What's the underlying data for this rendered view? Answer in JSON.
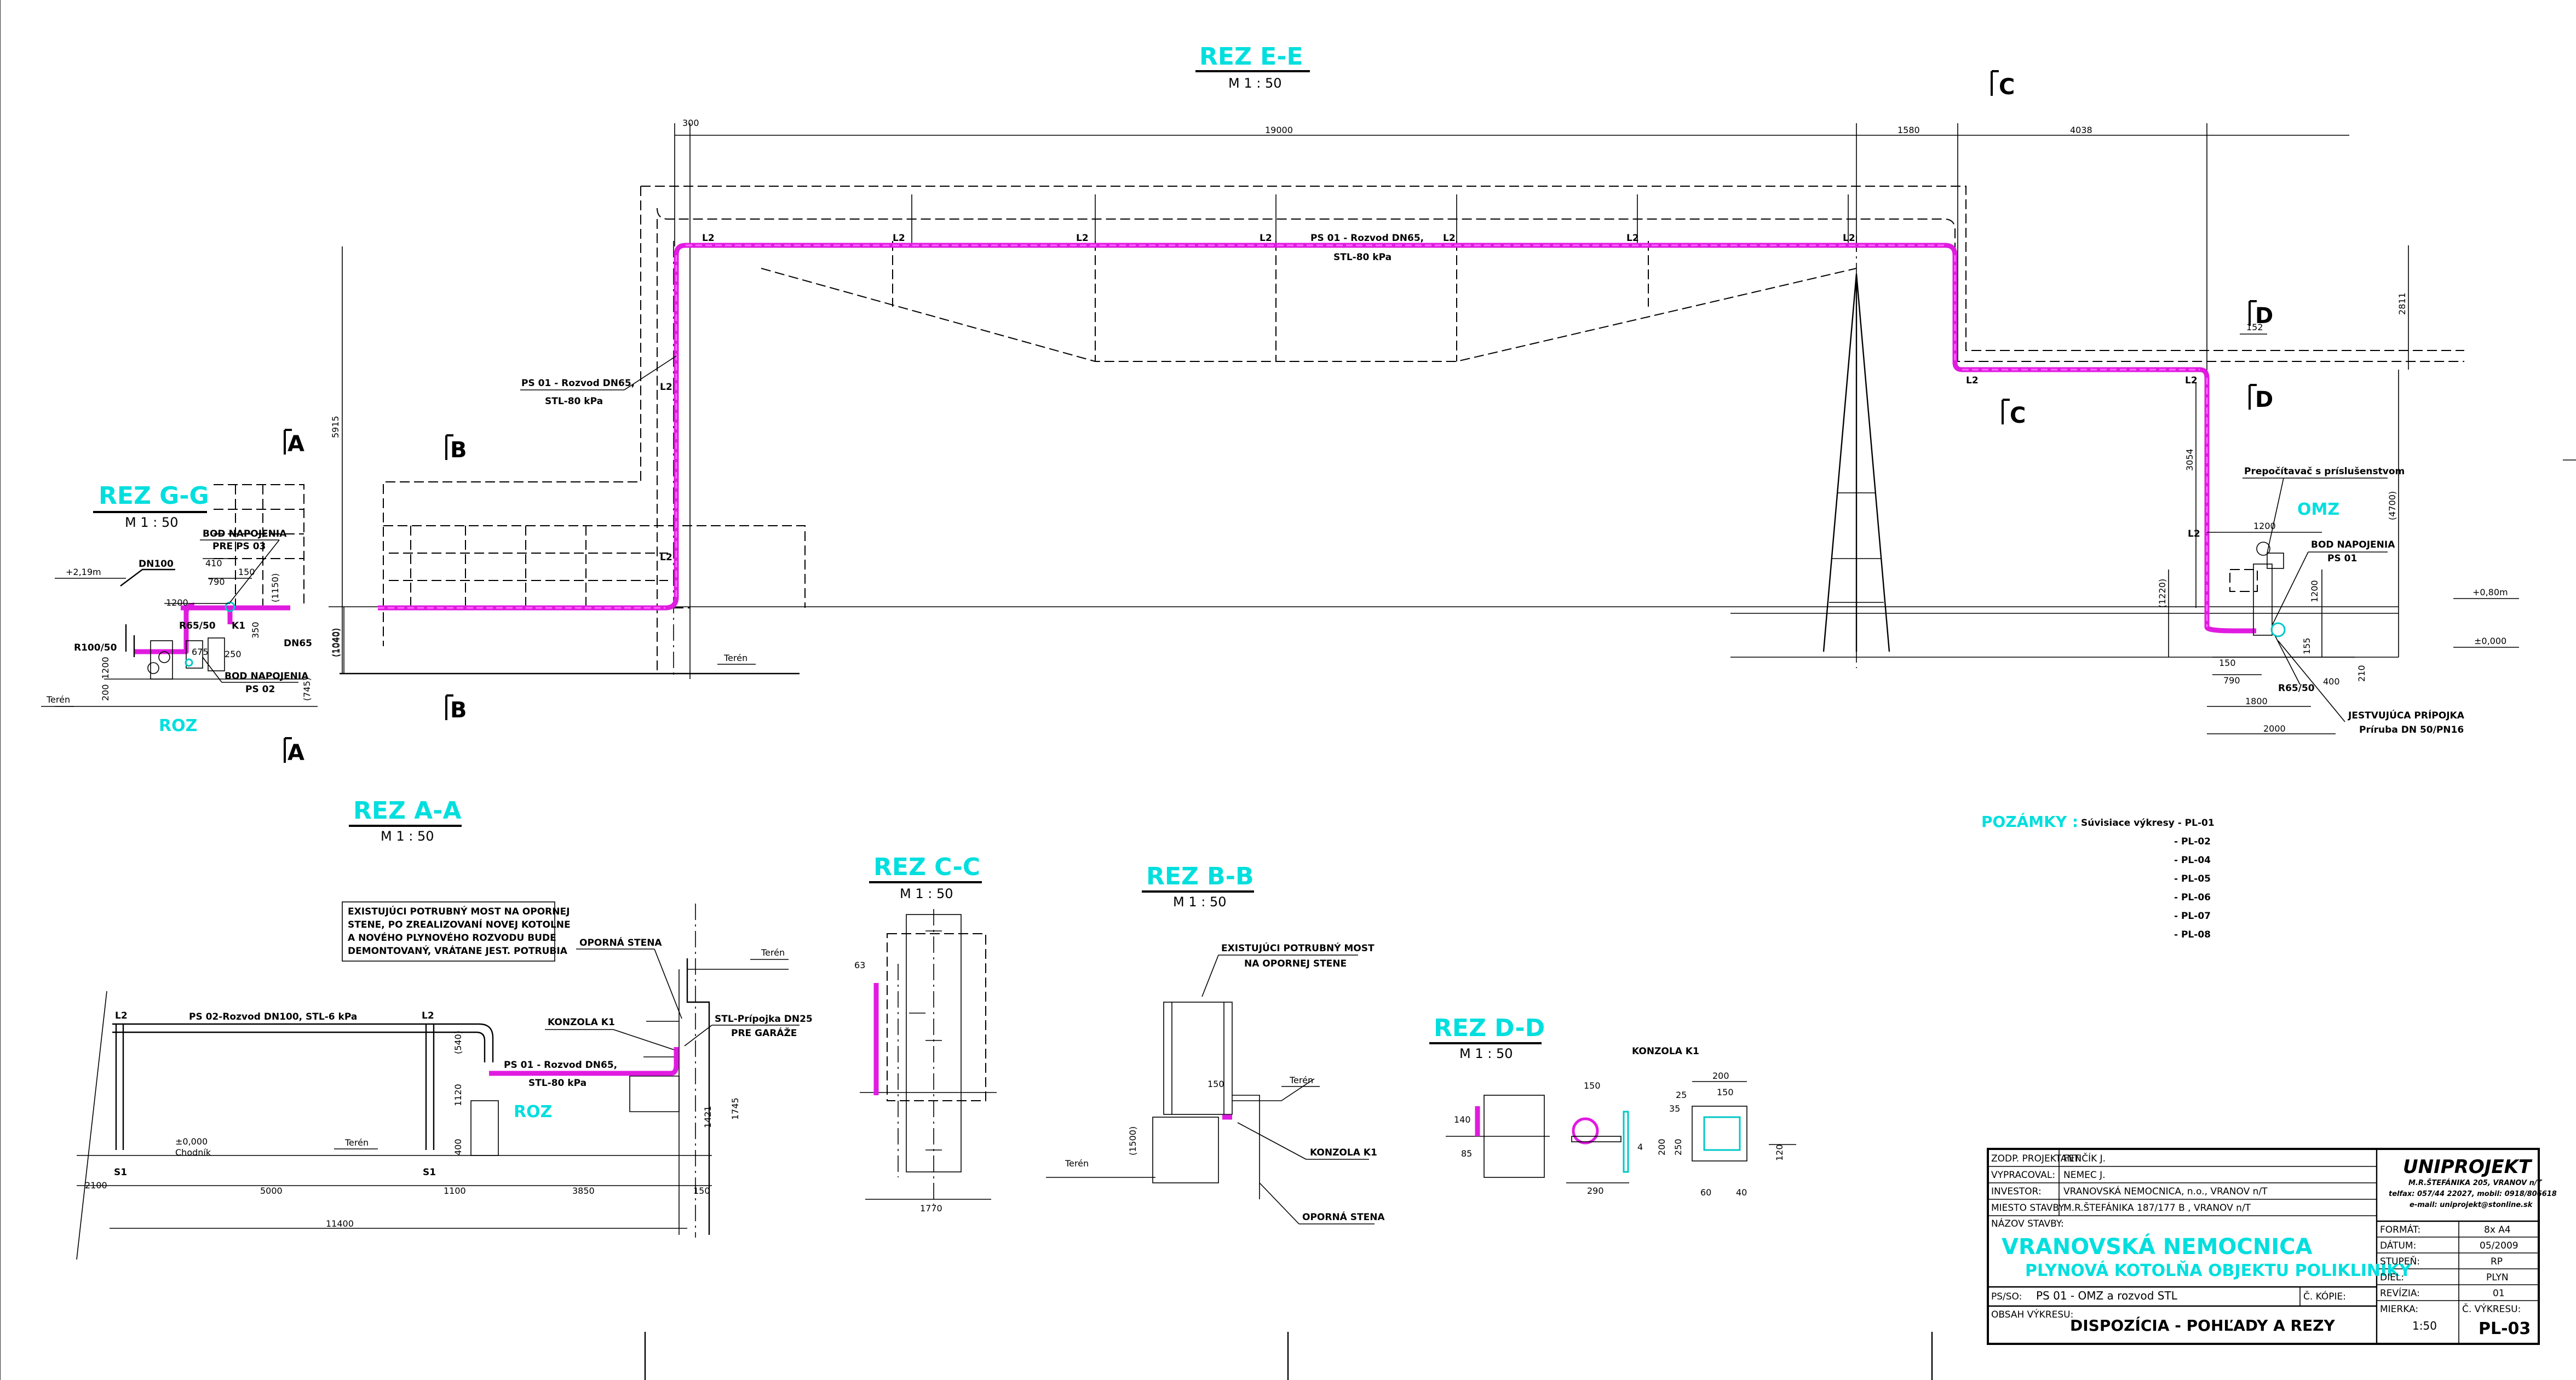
{
  "sections": {
    "ee": {
      "title": "REZ   E-E",
      "scale": "M 1 : 50"
    },
    "gg": {
      "title": "REZ   G-G",
      "scale": "M 1 : 50"
    },
    "aa": {
      "title": "REZ   A-A",
      "scale": "M 1 : 50"
    },
    "cc": {
      "title": "REZ   C-C",
      "scale": "M 1 : 50"
    },
    "bb": {
      "title": "REZ   B-B",
      "scale": "M 1 : 50"
    },
    "dd": {
      "title": "REZ   D-D",
      "scale": "M 1 : 50"
    }
  },
  "section_marks": {
    "a": "A",
    "b": "B",
    "c": "C",
    "d": "D"
  },
  "ee_dims": {
    "d300": "300",
    "d19000": "19000",
    "d1580": "1580",
    "d4038": "4038",
    "d5915": "5915",
    "d2811": "2811",
    "d3054": "3054",
    "d4700": "(4700)",
    "d1040": "(1040)",
    "d1220": "(1220)",
    "d1200": "1200",
    "d150": "150",
    "d790": "790",
    "d1800": "1800",
    "d2000": "2000",
    "d400": "400",
    "d155": "155",
    "d210": "210",
    "d152": "152",
    "d1200b": "1200"
  },
  "ee_labels": {
    "l2": "L2",
    "pipe_top_1": "PS 01 - Rozvod DN65,",
    "pipe_top_2": "STL-80 kPa",
    "pipe_left_1": "PS 01 - Rozvod DN65,",
    "pipe_left_2": "STL-80 kPa",
    "teren": "Terén",
    "omz": "OMZ",
    "prepocitavac": "Prepočítavač s príslušenstvom",
    "bod_1": "BOD NAPOJENIA",
    "bod_2": "PS 01",
    "r6550": "R65/50",
    "jest_1": "JESTVUJÚCA PRÍPOJKA",
    "jest_2": "Príruba DN 50/PN16",
    "lvl_080": "+0,80m",
    "lvl_000": "±0,000"
  },
  "gg_labels": {
    "bod_1": "BOD NAPOJENIA",
    "bod_2": "PRE PS 03",
    "bod2_1": "BOD NAPOJENIA",
    "bod2_2": "PS 02",
    "dn100": "DN100",
    "dn65": "DN65",
    "r6550": "R65/50",
    "r10050": "R100/50",
    "k1": "K1",
    "lvl": "+2,19m",
    "roz": "ROZ",
    "teren": "Terén",
    "d1200": "1200",
    "d790": "790",
    "d150": "150",
    "d410": "410",
    "d1150": "(1150)",
    "d1040": "(1040)",
    "d745": "(745)",
    "d350": "350",
    "d250": "250",
    "d200": "200",
    "d1200v": "1200",
    "d675": "675"
  },
  "aa_labels": {
    "note_1": "EXISTUJÚCI POTRUBNÝ MOST NA OPORNEJ",
    "note_2": "STENE, PO ZREALIZOVANÍ NOVEJ KOTOLNE",
    "note_3": "A NOVÉHO PLYNOVÉHO ROZVODU BUDE",
    "note_4": "DEMONTOVANÝ, VRÁTANE JEST. POTRUBIA",
    "oporna": "OPORNÁ STENA",
    "teren": "Terén",
    "konzola": "KONZOLA K1",
    "stl_1": "STL-Prípojka DN25",
    "stl_2": "PRE GARÁŽE",
    "ps02": "PS 02-Rozvod DN100, STL-6 kPa",
    "ps01_1": "PS 01 - Rozvod DN65,",
    "ps01_2": "STL-80 kPa",
    "roz": "ROZ",
    "l2": "L2",
    "s1": "S1",
    "chodnik_1": "±0,000",
    "chodnik_2": "Chodník",
    "teren2": "Terén",
    "d2100": "2100",
    "d5000": "5000",
    "d1100": "1100",
    "d3850": "3850",
    "d150": "150",
    "d11400": "11400",
    "d1120": "1120",
    "d540": "(540)",
    "d400": "400",
    "d1421": "1421",
    "d1745": "1745"
  },
  "cc_labels": {
    "d63": "63",
    "d1770": "1770"
  },
  "bb_labels": {
    "exist_1": "EXISTUJÚCI POTRUBNÝ MOST",
    "exist_2": "NA OPORNEJ STENE",
    "teren": "Terén",
    "teren2": "Terén",
    "konzola": "KONZOLA K1",
    "oporna": "OPORNÁ STENA",
    "d150": "150",
    "d1500": "(1500)"
  },
  "dd_labels": {
    "konzola": "KONZOLA K1",
    "d140": "140",
    "d85": "85",
    "d150": "150",
    "d4": "4",
    "d200": "200",
    "d25": "25",
    "d35": "35",
    "d150b": "150",
    "d200b": "200",
    "d250": "250",
    "d60": "60",
    "d40": "40",
    "d120": "120",
    "d290": "290"
  },
  "notes": {
    "heading": "POZÁMKY :",
    "lead": "Súvisiace výkresy - PL-01",
    "items": [
      "- PL-02",
      "- PL-04",
      "- PL-05",
      "- PL-06",
      "- PL-07",
      "- PL-08"
    ]
  },
  "title_block": {
    "zodp_label": "ZODP. PROJEKTANT:",
    "zodp_value": "FENČÍK J.",
    "vyprac_label": "VYPRACOVAL:",
    "vyprac_value": "NEMEC J.",
    "investor_label": "INVESTOR:",
    "investor_value": "VRANOVSKÁ NEMOCNICA, n.o., VRANOV n/T",
    "miesto_label": "MIESTO STAVBY:",
    "miesto_value": "M.R.ŠTEFÁNIKA 187/177 B , VRANOV n/T",
    "nazov_label": "NÁZOV STAVBY:",
    "project_1": "VRANOVSKÁ NEMOCNICA",
    "project_2": "PLYNOVÁ KOTOLŇA OBJEKTU POLIKLINIKY",
    "pso_label": "PS/SO:",
    "pso_value": "PS 01 - OMZ a rozvod  STL",
    "kopie_label": "Č. KÓPIE:",
    "obsah_label": "OBSAH VÝKRESU:",
    "obsah_value": "DISPOZÍCIA - POHĽADY A REZY",
    "company": "UNIPROJEKT",
    "company_addr": "M.R.ŠTEFÁNIKA 205, VRANOV n/T",
    "company_tel": "telfax: 057/44 22027, mobil: 0918/806618",
    "company_mail": "e-mail: uniprojekt@stonline.sk",
    "format_label": "FORMÁT:",
    "format_value": "8x A4",
    "datum_label": "DÁTUM:",
    "datum_value": "05/2009",
    "stupen_label": "STUPEŇ:",
    "stupen_value": "RP",
    "diel_label": "DIEL:",
    "diel_value": "PLYN",
    "revizia_label": "REVÍZIA:",
    "revizia_value": "01",
    "mierka_label": "MIERKA:",
    "mierka_value": "1:50",
    "cislo_label": "Č. VÝKRESU:",
    "cislo_value": "PL-03"
  }
}
